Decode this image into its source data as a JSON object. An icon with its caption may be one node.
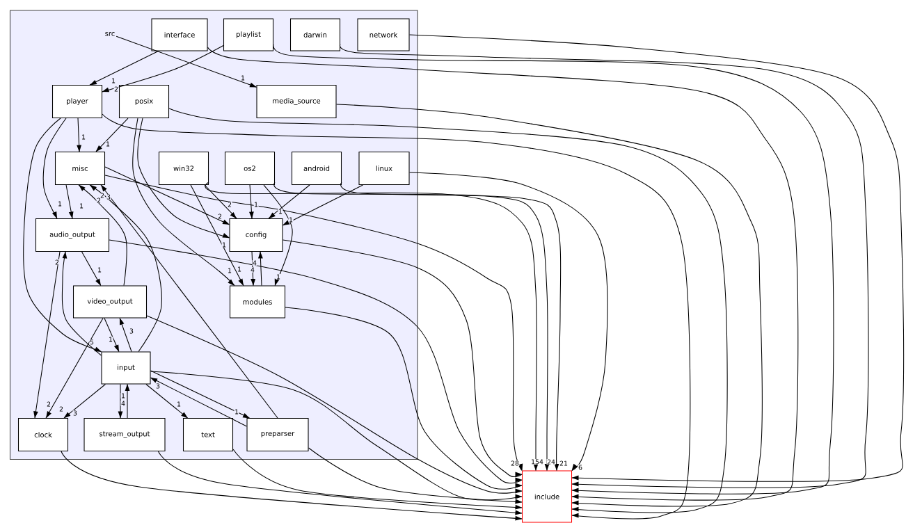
{
  "diagram": {
    "nodes": [
      {
        "text": [],
        "shape": "box"
      },
      {
        "text": [
          "src"
        ],
        "in": 0
      },
      {
        "text": [
          "interface"
        ],
        "in": 0
      },
      {
        "text": [
          "playlist"
        ],
        "in": 0
      },
      {
        "text": [
          "darwin"
        ],
        "in": 0
      },
      {
        "text": [
          "network"
        ],
        "in": 0
      },
      {
        "text": [
          "player"
        ],
        "in": 0
      },
      {
        "text": [
          "posix"
        ],
        "in": 0
      },
      {
        "text": [
          "media_source"
        ],
        "in": 0
      },
      {
        "text": [
          "misc"
        ],
        "in": 0
      },
      {
        "text": [
          "win32"
        ],
        "in": 0
      },
      {
        "text": [
          "os2"
        ],
        "in": 0
      },
      {
        "text": [
          "android"
        ],
        "in": 0
      },
      {
        "text": [
          "linux"
        ],
        "in": 0
      },
      {
        "text": [
          "config"
        ],
        "in": 0
      },
      {
        "text": [
          "audio_output"
        ],
        "in": 0
      },
      {
        "text": [
          "video_output"
        ],
        "in": 0
      },
      {
        "text": [
          "modules"
        ],
        "in": 0
      },
      {
        "text": [
          "input"
        ],
        "in": 0
      },
      {
        "text": [
          "clock"
        ],
        "in": 0
      },
      {
        "text": [
          "stream_output"
        ],
        "in": 0
      },
      {
        "text": [
          "text"
        ],
        "in": 0
      },
      {
        "text": [
          "preparser"
        ],
        "in": 0
      },
      {
        "text": [
          "include"
        ]
      }
    ],
    "edges": [
      {
        "from": 2,
        "to": 6,
        "arrow": "to",
        "label": "1"
      },
      {
        "from": 3,
        "to": 6,
        "arrow": "to",
        "label": "2"
      },
      {
        "from": 1,
        "to": 8,
        "arrow": "to",
        "label": "1"
      },
      {
        "from": 6,
        "to": 9,
        "arrow": "to",
        "label": "1"
      },
      {
        "from": 7,
        "to": 9,
        "arrow": "to",
        "label": "1"
      },
      {
        "from": 6,
        "to": 15,
        "arrow": "to",
        "label": "1"
      },
      {
        "from": 9,
        "to": 15,
        "arrow": "to",
        "label": "1"
      },
      {
        "from": 6,
        "to": 18,
        "arrow": "to",
        "label": "5"
      },
      {
        "from": 18,
        "to": 15,
        "arrow": "to",
        "label": "2"
      },
      {
        "from": 16,
        "to": 9,
        "arrow": "to",
        "label": "2"
      },
      {
        "from": 18,
        "to": 9,
        "arrow": "to",
        "label": "3"
      },
      {
        "from": 22,
        "to": 9,
        "arrow": "to",
        "label": "2"
      },
      {
        "from": 9,
        "to": 14,
        "arrow": "to",
        "label": "2"
      },
      {
        "from": 7,
        "to": 14,
        "arrow": "to",
        "label": "1"
      },
      {
        "from": 10,
        "to": 14,
        "arrow": "to",
        "label": "2"
      },
      {
        "from": 11,
        "to": 14,
        "arrow": "to",
        "label": "1"
      },
      {
        "from": 12,
        "to": 14,
        "arrow": "to",
        "label": "1"
      },
      {
        "from": 13,
        "to": 14,
        "arrow": "to",
        "label": "1"
      },
      {
        "from": 10,
        "to": 17,
        "arrow": "to",
        "label": "1"
      },
      {
        "from": 7,
        "to": 17,
        "arrow": "to",
        "label": "1"
      },
      {
        "from": 11,
        "to": 17,
        "arrow": "to",
        "label": "1"
      },
      {
        "from": 14,
        "to": 17,
        "arrow": "to",
        "label": "4"
      },
      {
        "from": 17,
        "to": 14,
        "arrow": "to",
        "label": "4"
      },
      {
        "from": 15,
        "to": 16,
        "arrow": "to",
        "label": "1"
      },
      {
        "from": 16,
        "to": 18,
        "arrow": "to",
        "label": "1"
      },
      {
        "from": 18,
        "to": 16,
        "arrow": "to",
        "label": "3"
      },
      {
        "from": 16,
        "to": 19,
        "arrow": "to",
        "label": "2"
      },
      {
        "from": 15,
        "to": 19,
        "arrow": "to",
        "label": "2"
      },
      {
        "from": 18,
        "to": 19,
        "arrow": "to",
        "label": "3"
      },
      {
        "from": 18,
        "to": 20,
        "arrow": "to",
        "label": "4"
      },
      {
        "from": 20,
        "to": 18,
        "arrow": "to",
        "label": "1"
      },
      {
        "from": 18,
        "to": 21,
        "arrow": "to",
        "label": "1"
      },
      {
        "from": 18,
        "to": 22,
        "arrow": "to",
        "label": "1"
      },
      {
        "from": 22,
        "to": 18,
        "arrow": "to",
        "label": "3"
      },
      {
        "from": 2,
        "to": 23,
        "arrow": "to"
      },
      {
        "from": 3,
        "to": 23,
        "arrow": "to"
      },
      {
        "from": 4,
        "to": 23,
        "arrow": "to"
      },
      {
        "from": 5,
        "to": 23,
        "arrow": "to"
      },
      {
        "from": 6,
        "to": 23,
        "arrow": "to"
      },
      {
        "from": 7,
        "to": 23,
        "arrow": "to"
      },
      {
        "from": 8,
        "to": 23,
        "arrow": "to"
      },
      {
        "from": 9,
        "to": 23,
        "arrow": "to",
        "label": "28"
      },
      {
        "from": 10,
        "to": 23,
        "arrow": "to",
        "label": "154"
      },
      {
        "from": 11,
        "to": 23,
        "arrow": "to",
        "label": "24"
      },
      {
        "from": 12,
        "to": 23,
        "arrow": "to",
        "label": "21"
      },
      {
        "from": 13,
        "to": 23,
        "arrow": "to",
        "label": "6"
      },
      {
        "from": 14,
        "to": 23,
        "arrow": "to"
      },
      {
        "from": 15,
        "to": 23,
        "arrow": "to"
      },
      {
        "from": 16,
        "to": 23,
        "arrow": "to"
      },
      {
        "from": 17,
        "to": 23,
        "arrow": "to"
      },
      {
        "from": 18,
        "to": 23,
        "arrow": "to"
      },
      {
        "from": 19,
        "to": 23,
        "arrow": "to"
      },
      {
        "from": 20,
        "to": 23,
        "arrow": "to"
      },
      {
        "from": 21,
        "to": 23,
        "arrow": "to"
      },
      {
        "from": 22,
        "to": 23,
        "arrow": "to"
      }
    ]
  }
}
